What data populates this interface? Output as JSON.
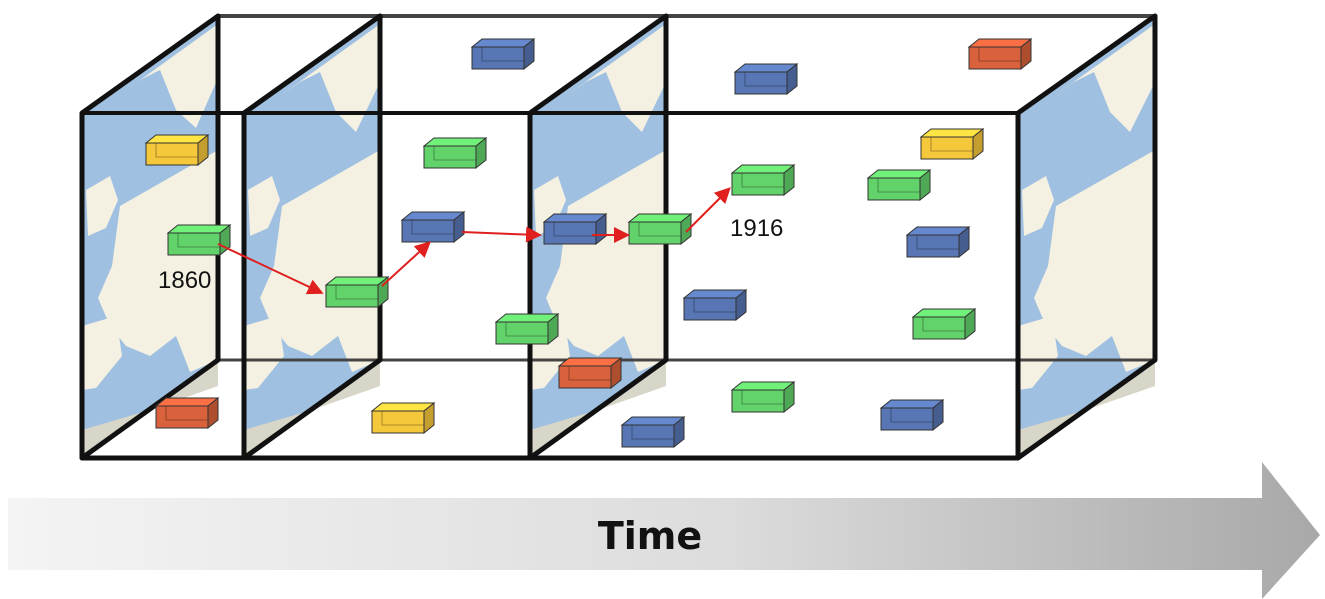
{
  "colors": {
    "green": "#62d26a",
    "blue": "#5876b3",
    "yellow": "#f5c73b",
    "red": "#d9613b",
    "arrow": "#e01f1f",
    "sea": "#9fc0e0",
    "land": "#f4f0e2",
    "frame": "#111111"
  },
  "labels": {
    "start_year": "1860",
    "end_year": "1916",
    "axis": "Time"
  },
  "legend_note": "",
  "icons": {
    "map_slice": "europe-map",
    "time_arrow": "arrow-right-icon"
  }
}
